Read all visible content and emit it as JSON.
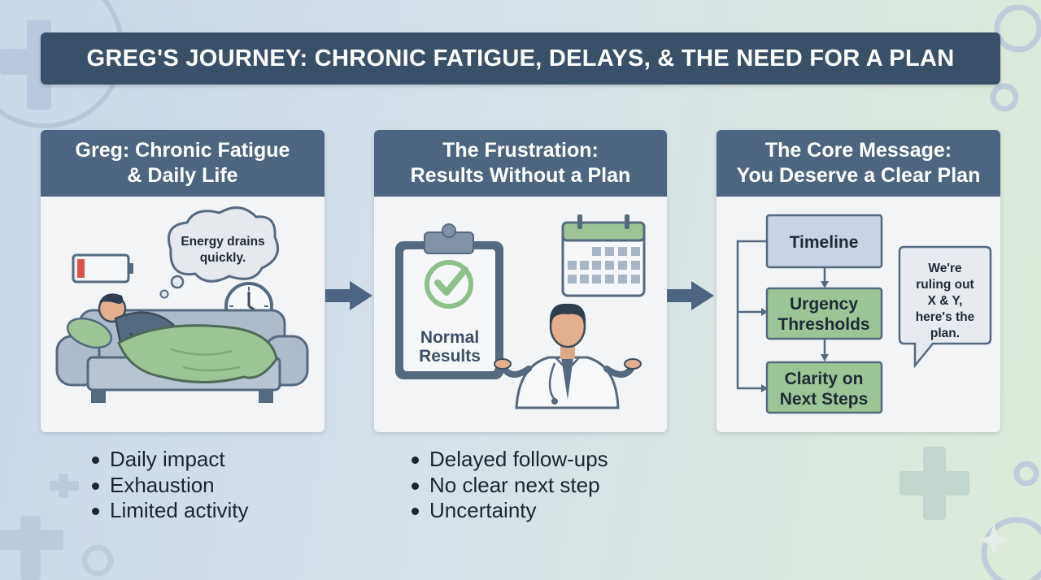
{
  "title": "GREG'S JOURNEY: CHRONIC FATIGUE, DELAYS, & THE NEED FOR A PLAN",
  "panels": [
    {
      "header_line1": "Greg: Chronic Fatigue",
      "header_line2": "& Daily Life",
      "thought_line1": "Energy drains",
      "thought_line2": "quickly.",
      "bullets": [
        "Daily impact",
        "Exhaustion",
        "Limited activity"
      ]
    },
    {
      "header_line1": "The Frustration:",
      "header_line2": "Results Without a Plan",
      "clipboard_line1": "Normal",
      "clipboard_line2": "Results",
      "bullets": [
        "Delayed follow-ups",
        "No clear next step",
        "Uncertainty"
      ]
    },
    {
      "header_line1": "The Core Message:",
      "header_line2": "You Deserve a Clear Plan",
      "flow": {
        "timeline": "Timeline",
        "urgency_line1": "Urgency",
        "urgency_line2": "Thresholds",
        "clarity_line1": "Clarity on",
        "clarity_line2": "Next Steps"
      },
      "speech_line1": "We're",
      "speech_line2": "ruling out",
      "speech_line3": "X & Y,",
      "speech_line4": "here's the",
      "speech_line5": "plan."
    }
  ],
  "colors": {
    "title_bg": "#3a5069",
    "header_bg": "#4d6580",
    "accent_green": "#9cc497",
    "battery_low": "#d9534f"
  }
}
